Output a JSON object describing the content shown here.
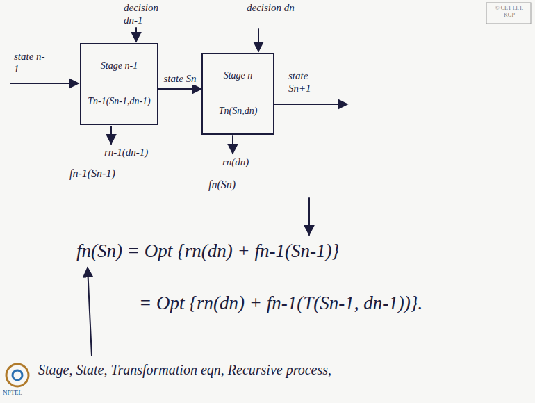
{
  "diagram": {
    "nodes": [
      {
        "text": [
          "Stage n-1",
          "Tn-1(Sn-1,dn-1)"
        ]
      },
      {
        "text": [
          "Stage n",
          "Tn(Sn,dn)"
        ]
      }
    ],
    "edges": [
      {
        "from": 0,
        "to": 1,
        "arrow": "to",
        "label": "state Sn"
      }
    ],
    "labels": [
      "© CET I.I.T. KGP",
      "decision dn-1",
      "decision dn",
      "state n-1",
      "state Sn+1",
      "rn-1(dn-1)",
      "fn-1(Sn-1)",
      "rn(dn)",
      "fn(Sn)",
      "fn(Sn) = Opt {rn(dn) + fn-1(Sn-1)}",
      "= Opt {rn(dn) + fn-1(T(Sn-1, dn-1))}.",
      "Stage, State, Transformation eqn, Recursive process,",
      "NPTEL"
    ]
  }
}
